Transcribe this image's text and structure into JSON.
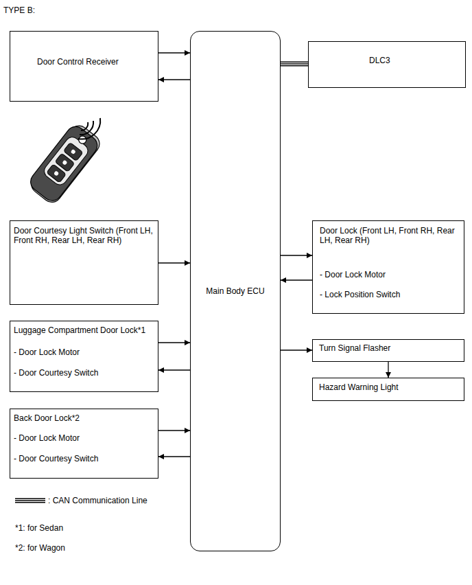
{
  "diagram": {
    "nodes": [
      {
        "text": [
          "Main Body ECU"
        ]
      },
      {
        "text": [
          "Door Control Receiver"
        ]
      },
      {
        "text": [
          "DLC3"
        ]
      },
      {
        "text": [
          "Door Courtesy Light Switch (Front LH, Front RH, Rear LH, Rear RH)"
        ]
      },
      {
        "text": [
          "Door Lock (Front LH, Front RH, Rear LH, Rear RH)",
          "- Door Lock Motor",
          "- Lock Position Switch"
        ]
      },
      {
        "text": [
          "Luggage Compartment Door Lock*1",
          "- Door Lock Motor",
          "- Door Courtesy Switch"
        ]
      },
      {
        "text": [
          "Turn Signal Flasher"
        ]
      },
      {
        "text": [
          "Hazard Warning Light"
        ]
      },
      {
        "text": [
          "Back Door Lock*2",
          "- Door Lock Motor",
          "- Door Courtesy Switch"
        ]
      }
    ],
    "edges": [
      {
        "from": 1,
        "to": 0,
        "arrow": "to"
      },
      {
        "from": 0,
        "to": 1,
        "arrow": "to"
      },
      {
        "from": 0,
        "to": 2,
        "arrow": "none"
      },
      {
        "from": 3,
        "to": 0,
        "arrow": "to"
      },
      {
        "from": 0,
        "to": 4,
        "arrow": "to"
      },
      {
        "from": 4,
        "to": 0,
        "arrow": "to"
      },
      {
        "from": 5,
        "to": 0,
        "arrow": "to"
      },
      {
        "from": 0,
        "to": 5,
        "arrow": "to"
      },
      {
        "from": 0,
        "to": 6,
        "arrow": "to"
      },
      {
        "from": 6,
        "to": 7,
        "arrow": "to"
      },
      {
        "from": 8,
        "to": 0,
        "arrow": "to"
      },
      {
        "from": 0,
        "to": 8,
        "arrow": "to"
      }
    ],
    "labels": [
      "TYPE B:",
      "*1: for Sedan",
      "*2: for Wagon"
    ],
    "legend": [
      {
        "text": ": CAN Communication Line"
      }
    ]
  }
}
